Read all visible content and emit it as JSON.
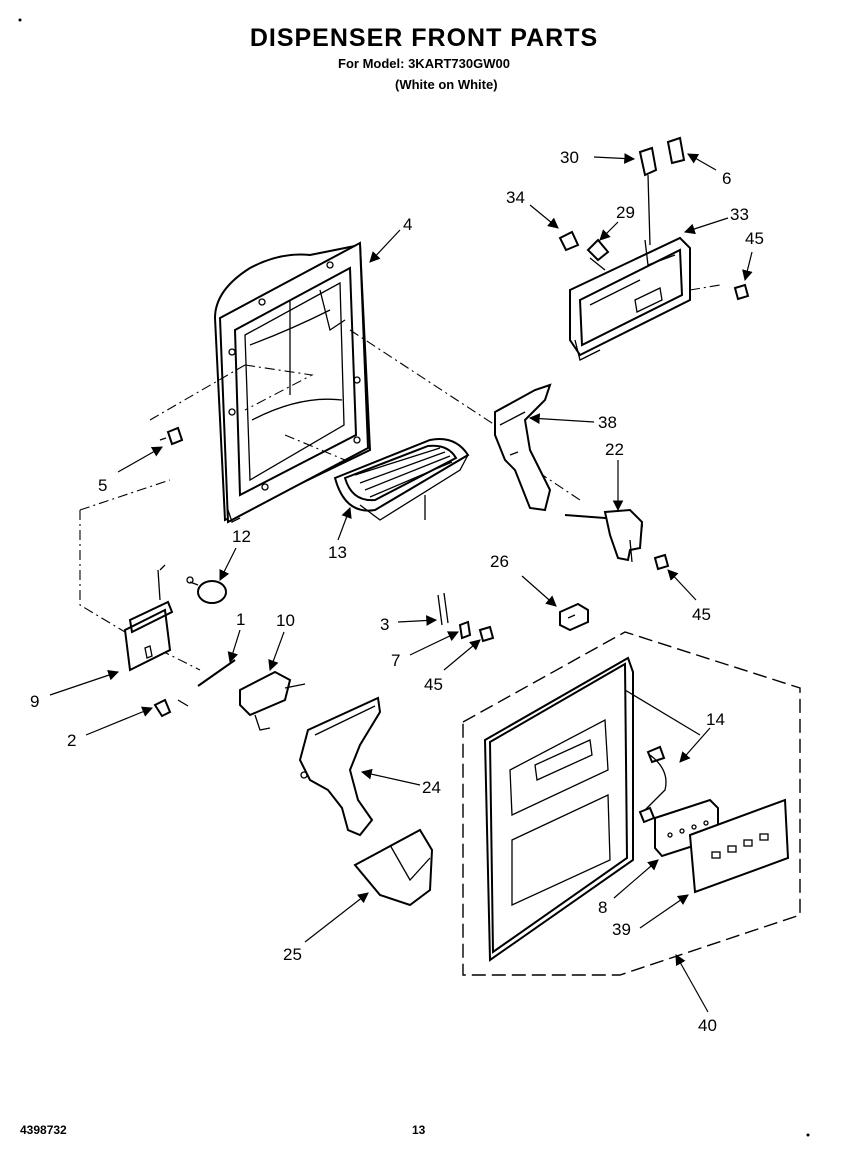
{
  "header": {
    "title": "DISPENSER FRONT PARTS",
    "model_line": "For Model: 3KART730GW00",
    "color_line": "(White on White)"
  },
  "footer": {
    "document_number": "4398732",
    "page_number": "13"
  },
  "callouts": {
    "c1": "1",
    "c2": "2",
    "c3": "3",
    "c4": "4",
    "c5": "5",
    "c6": "6",
    "c7": "7",
    "c8": "8",
    "c9": "9",
    "c10": "10",
    "c12": "12",
    "c13": "13",
    "c14": "14",
    "c22": "22",
    "c24": "24",
    "c25": "25",
    "c26": "26",
    "c29": "29",
    "c30": "30",
    "c33": "33",
    "c34": "34",
    "c38": "38",
    "c39": "39",
    "c40": "40",
    "c45a": "45",
    "c45b": "45",
    "c45c": "45"
  }
}
